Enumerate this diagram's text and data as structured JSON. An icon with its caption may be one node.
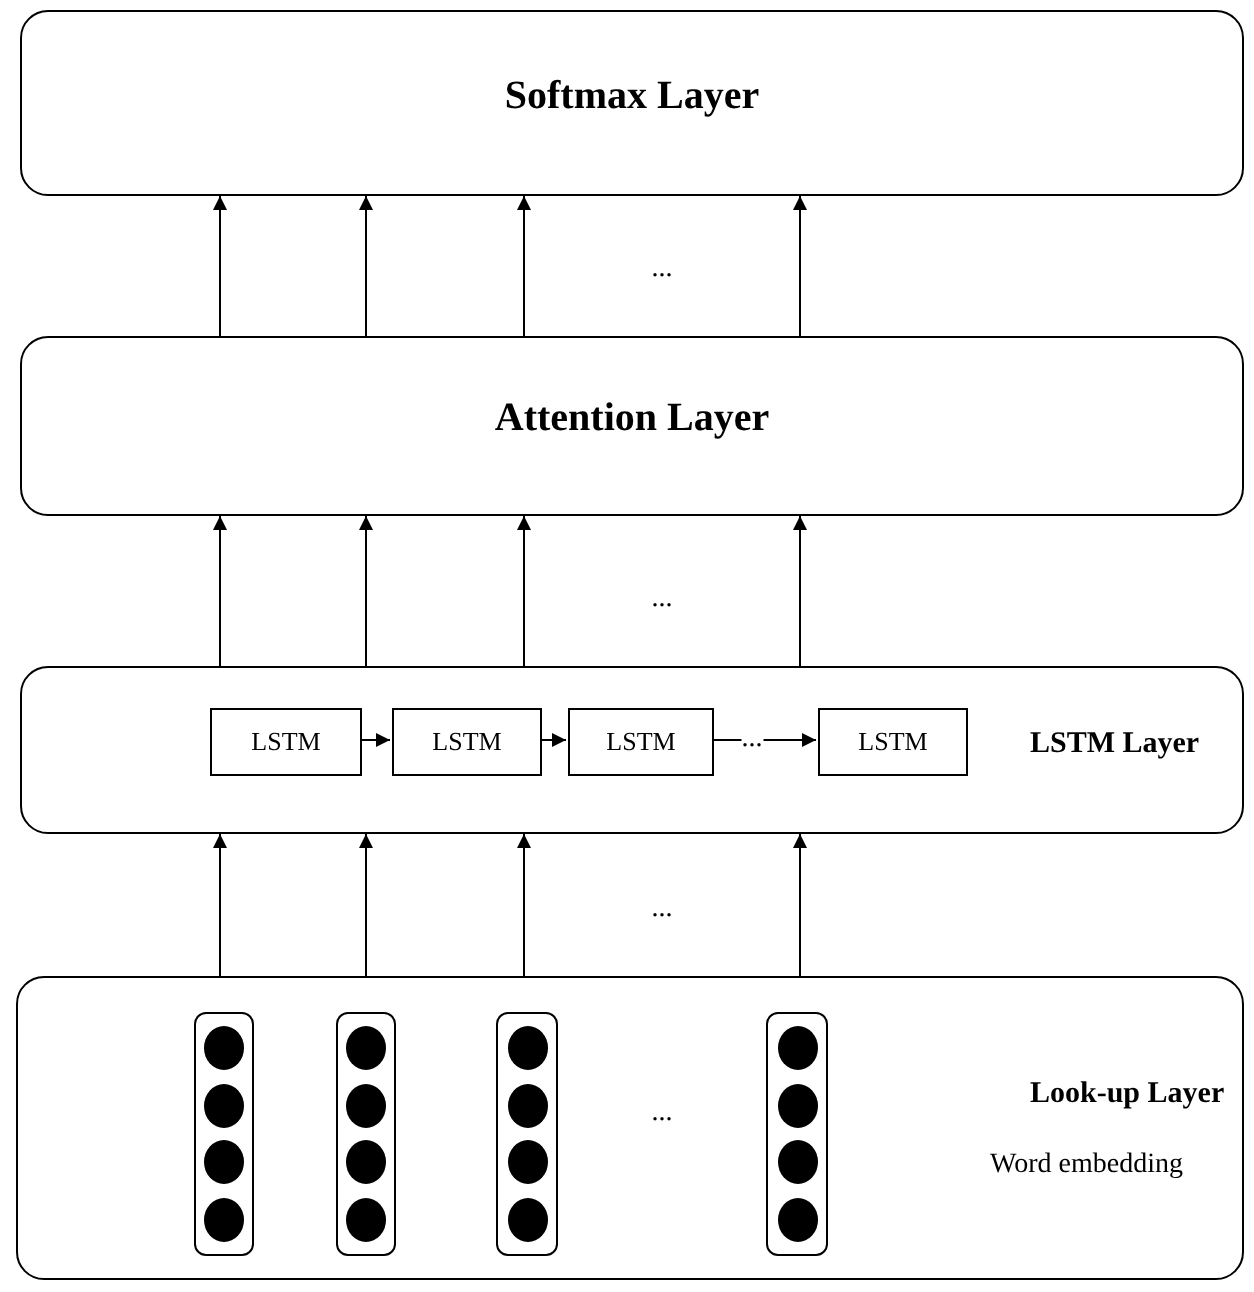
{
  "diagram": {
    "nodes": [
      {
        "text": [
          "Softmax Layer"
        ]
      },
      {
        "text": [
          "Attention Layer"
        ]
      },
      {
        "text": [
          "LSTM Layer"
        ]
      },
      {
        "text": [
          "LSTM"
        ],
        "in": 2
      },
      {
        "text": [
          "LSTM"
        ],
        "in": 2
      },
      {
        "text": [
          "LSTM"
        ],
        "in": 2
      },
      {
        "text": [
          "LSTM"
        ],
        "in": 2
      },
      {
        "text": [
          "Look-up Layer",
          "Word embedding"
        ]
      },
      {
        "text": [],
        "shape": "box",
        "in": 7
      },
      {
        "text": [],
        "shape": "box",
        "in": 7
      },
      {
        "text": [],
        "shape": "box",
        "in": 7
      },
      {
        "text": [],
        "shape": "box",
        "in": 7
      }
    ],
    "edges": [
      {
        "from": 3,
        "to": 4,
        "arrow": "to"
      },
      {
        "from": 4,
        "to": 5,
        "arrow": "to"
      },
      {
        "from": 5,
        "to": 6,
        "arrow": "to",
        "label": "..."
      },
      {
        "from": 7,
        "to": 2,
        "arrow": "to"
      },
      {
        "from": 7,
        "to": 2,
        "arrow": "to"
      },
      {
        "from": 7,
        "to": 2,
        "arrow": "to"
      },
      {
        "from": 7,
        "to": 2,
        "arrow": "to"
      },
      {
        "from": 2,
        "to": 1,
        "arrow": "to"
      },
      {
        "from": 2,
        "to": 1,
        "arrow": "to"
      },
      {
        "from": 2,
        "to": 1,
        "arrow": "to"
      },
      {
        "from": 2,
        "to": 1,
        "arrow": "to"
      },
      {
        "from": 1,
        "to": 0,
        "arrow": "to"
      },
      {
        "from": 1,
        "to": 0,
        "arrow": "to"
      },
      {
        "from": 1,
        "to": 0,
        "arrow": "to"
      },
      {
        "from": 1,
        "to": 0,
        "arrow": "to"
      }
    ],
    "labels": [
      "...",
      "...",
      "...",
      "..."
    ]
  }
}
